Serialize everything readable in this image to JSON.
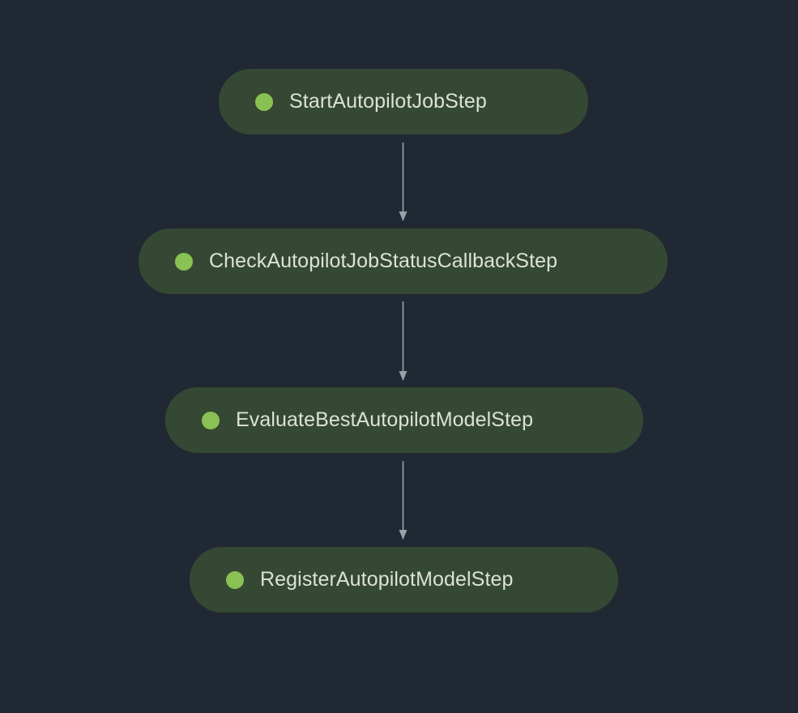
{
  "colors": {
    "background": "#202833",
    "node_fill": "#354833",
    "status_succeeded": "#8ac154",
    "label_text": "#dbe2d6",
    "edge": "#9aa1a9"
  },
  "pipeline": {
    "steps": [
      {
        "label": "StartAutopilotJobStep",
        "status_icon": "status-dot-icon"
      },
      {
        "label": "CheckAutopilotJobStatusCallbackStep",
        "status_icon": "status-dot-icon"
      },
      {
        "label": "EvaluateBestAutopilotModelStep",
        "status_icon": "status-dot-icon"
      },
      {
        "label": "RegisterAutopilotModelStep",
        "status_icon": "status-dot-icon"
      }
    ],
    "edges": [
      {
        "from": "StartAutopilotJobStep",
        "to": "CheckAutopilotJobStatusCallbackStep"
      },
      {
        "from": "CheckAutopilotJobStatusCallbackStep",
        "to": "EvaluateBestAutopilotModelStep"
      },
      {
        "from": "EvaluateBestAutopilotModelStep",
        "to": "RegisterAutopilotModelStep"
      }
    ]
  }
}
